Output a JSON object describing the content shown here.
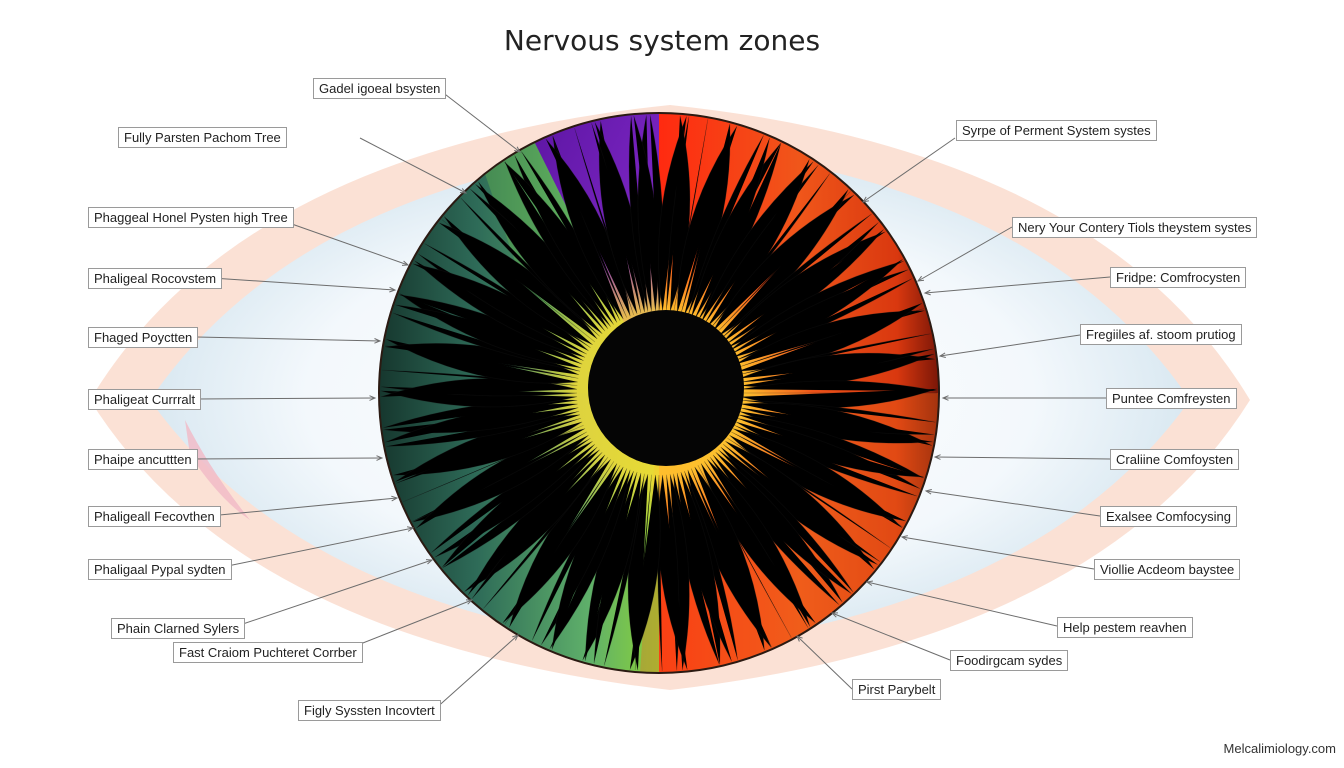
{
  "title": "Nervous system zones",
  "watermark": "Melcalimiology.com",
  "colors": {
    "sclera_glow": "#f3a27f",
    "iris_left": "#2e6b58",
    "iris_mid": "#8bd23a",
    "iris_purple": "#7a1fc4",
    "iris_right": "#e9501c",
    "pupil": "#050505"
  },
  "labels_left": [
    "Gadel igoeal bsysten",
    "Fully Parsten Pachom Tree",
    "Phaggeal Honel Pysten high Tree",
    "Phaligeal Rocovstem",
    "Fhaged Poyctten",
    "Phaligeat Currralt",
    "Phaipe ancuttten",
    "Phaligeall Fecovthen",
    "Phaligaal Pypal sydten",
    "Phain Clarned Sylers",
    "Fast Craiom Puchteret Corrber",
    "Figly Syssten Incovtert"
  ],
  "labels_right": [
    "Syrpe of Perment System systes",
    "Nery Your Contery Tiols theystem systes",
    "Fridpe: Comfrocysten",
    "Fregiiles af. stoom prutiog",
    "Puntee Comfreysten",
    "Craliine Comfoysten",
    "Exalsee Comfocysing",
    "Viollie Acdeom baystee",
    "Help pestem reavhen",
    "Foodirgcam sydes",
    "Pirst Parybelt"
  ]
}
